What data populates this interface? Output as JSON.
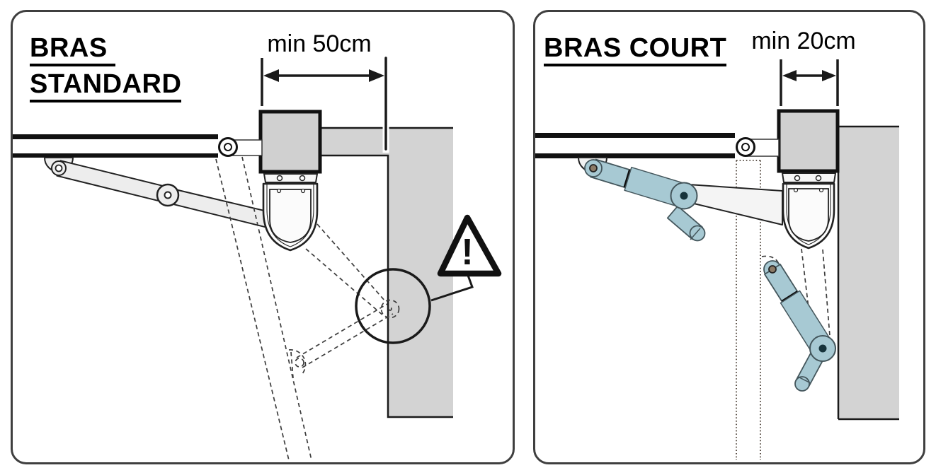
{
  "figure": {
    "description_left": "standard articulated arm installation",
    "description_right": "short arm installation"
  },
  "panels": [
    {
      "id": "bras-standard",
      "title_lines": [
        "BRAS ",
        "STANDARD"
      ],
      "dimension_label": "min 50cm",
      "warning_glyph": "!"
    },
    {
      "id": "bras-court",
      "title_lines": [
        "BRAS COURT"
      ],
      "dimension_label": "min 20cm"
    }
  ],
  "colors": {
    "panel_border": "#3f3f3f",
    "ink": "#1a1a1a",
    "wall_fill": "#d3d3d3",
    "block_fill": "#d0d0d0",
    "arm_fill": "#ededed",
    "arm_light": "#f4f4f4",
    "blue_fill": "#a7c9d3",
    "blue_edge": "#44565c",
    "blue_dark": "#16333b",
    "screw_fill": "#8b7a66",
    "dash_color": "#3d3d3d",
    "dot_color": "#4a3f35"
  }
}
